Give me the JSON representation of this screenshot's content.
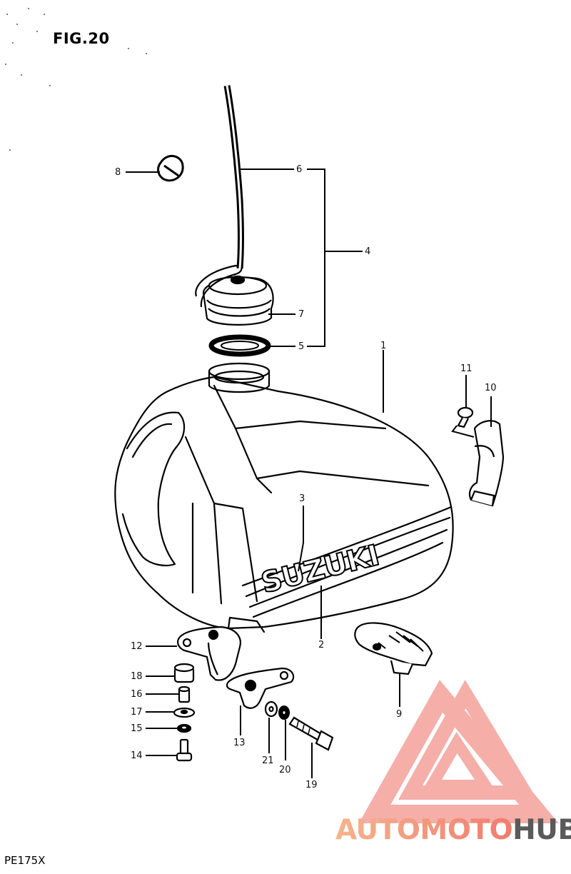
{
  "figure": {
    "title": "FIG.20",
    "model": "PE175X",
    "emblem_text": "SUZUKI"
  },
  "callouts": [
    {
      "id": "c1",
      "text": "1"
    },
    {
      "id": "c2",
      "text": "2"
    },
    {
      "id": "c3",
      "text": "3"
    },
    {
      "id": "c4",
      "text": "4"
    },
    {
      "id": "c5",
      "text": "5"
    },
    {
      "id": "c6",
      "text": "6"
    },
    {
      "id": "c7",
      "text": "7"
    },
    {
      "id": "c8",
      "text": "8"
    },
    {
      "id": "c9",
      "text": "9"
    },
    {
      "id": "c10",
      "text": "10"
    },
    {
      "id": "c11",
      "text": "11"
    },
    {
      "id": "c12",
      "text": "12"
    },
    {
      "id": "c13",
      "text": "13"
    },
    {
      "id": "c14",
      "text": "14"
    },
    {
      "id": "c15",
      "text": "15"
    },
    {
      "id": "c16",
      "text": "16"
    },
    {
      "id": "c17",
      "text": "17"
    },
    {
      "id": "c18",
      "text": "18"
    },
    {
      "id": "c19",
      "text": "19"
    },
    {
      "id": "c20",
      "text": "20"
    },
    {
      "id": "c21",
      "text": "21"
    }
  ],
  "watermark": {
    "part1": "AUTOMOTO",
    "part2": "HUB",
    "color_primary": "#f27b6e",
    "color_light": "#f6b48c",
    "color_dark": "#5a5a5a"
  }
}
